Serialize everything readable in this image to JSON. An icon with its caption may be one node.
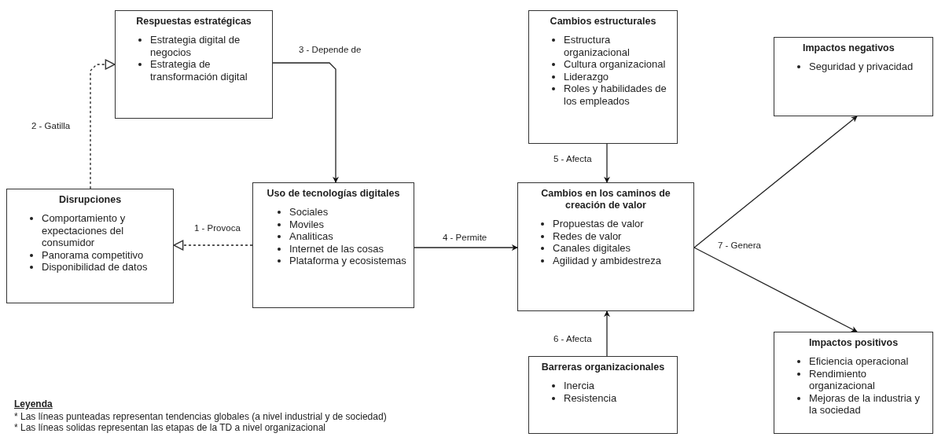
{
  "diagram": {
    "nodes": [
      {
        "text": [
          "Respuestas estratégicas",
          "Estrategia digital de negocios",
          "Estrategia de transformación digital"
        ]
      },
      {
        "text": [
          "Disrupciones",
          "Comportamiento y expectaciones del consumidor",
          "Panorama competitivo",
          "Disponibilidad de datos"
        ]
      },
      {
        "text": [
          "Uso de tecnologías digitales",
          "Sociales",
          "Moviles",
          "Analiticas",
          "Internet de las cosas",
          "Plataforma y ecosistemas"
        ]
      },
      {
        "text": [
          "Cambios estructurales",
          "Estructura organizacional",
          "Cultura organizacional",
          "Liderazgo",
          "Roles y habilidades de los empleados"
        ]
      },
      {
        "text": [
          "Cambios en los caminos de creación de valor",
          "Propuestas de valor",
          "Redes de valor",
          "Canales digitales",
          "Agilidad y ambidestreza"
        ]
      },
      {
        "text": [
          "Impactos negativos",
          "Seguridad y privacidad"
        ]
      },
      {
        "text": [
          "Barreras organizacionales",
          "Inercia",
          "Resistencia"
        ]
      },
      {
        "text": [
          "Impactos positivos",
          "Eficiencia operacional",
          "Rendimiento organizacional",
          "Mejoras de la industria y la sociedad"
        ]
      }
    ],
    "edges": [
      {
        "from": 2,
        "to": 1,
        "arrow": "to",
        "label": "1 - Provoca",
        "style": "dashed"
      },
      {
        "from": 1,
        "to": 0,
        "arrow": "to",
        "label": "2 - Gatilla",
        "style": "dashed"
      },
      {
        "from": 0,
        "to": 2,
        "arrow": "to",
        "label": "3 - Depende de"
      },
      {
        "from": 2,
        "to": 4,
        "arrow": "to",
        "label": "4 - Permite"
      },
      {
        "from": 3,
        "to": 4,
        "arrow": "to",
        "label": "5 - Afecta"
      },
      {
        "from": 6,
        "to": 4,
        "arrow": "to",
        "label": "6 - Afecta"
      },
      {
        "from": 4,
        "to": 5,
        "arrow": "to",
        "label": "7 - Genera"
      },
      {
        "from": 4,
        "to": 7,
        "arrow": "to"
      }
    ],
    "labels": [
      "Leyenda",
      "* Las líneas punteadas representan tendencias globales (a nivel industrial y de sociedad)",
      "* Las líneas solidas representan las etapas de la TD a nivel organizacional"
    ]
  }
}
